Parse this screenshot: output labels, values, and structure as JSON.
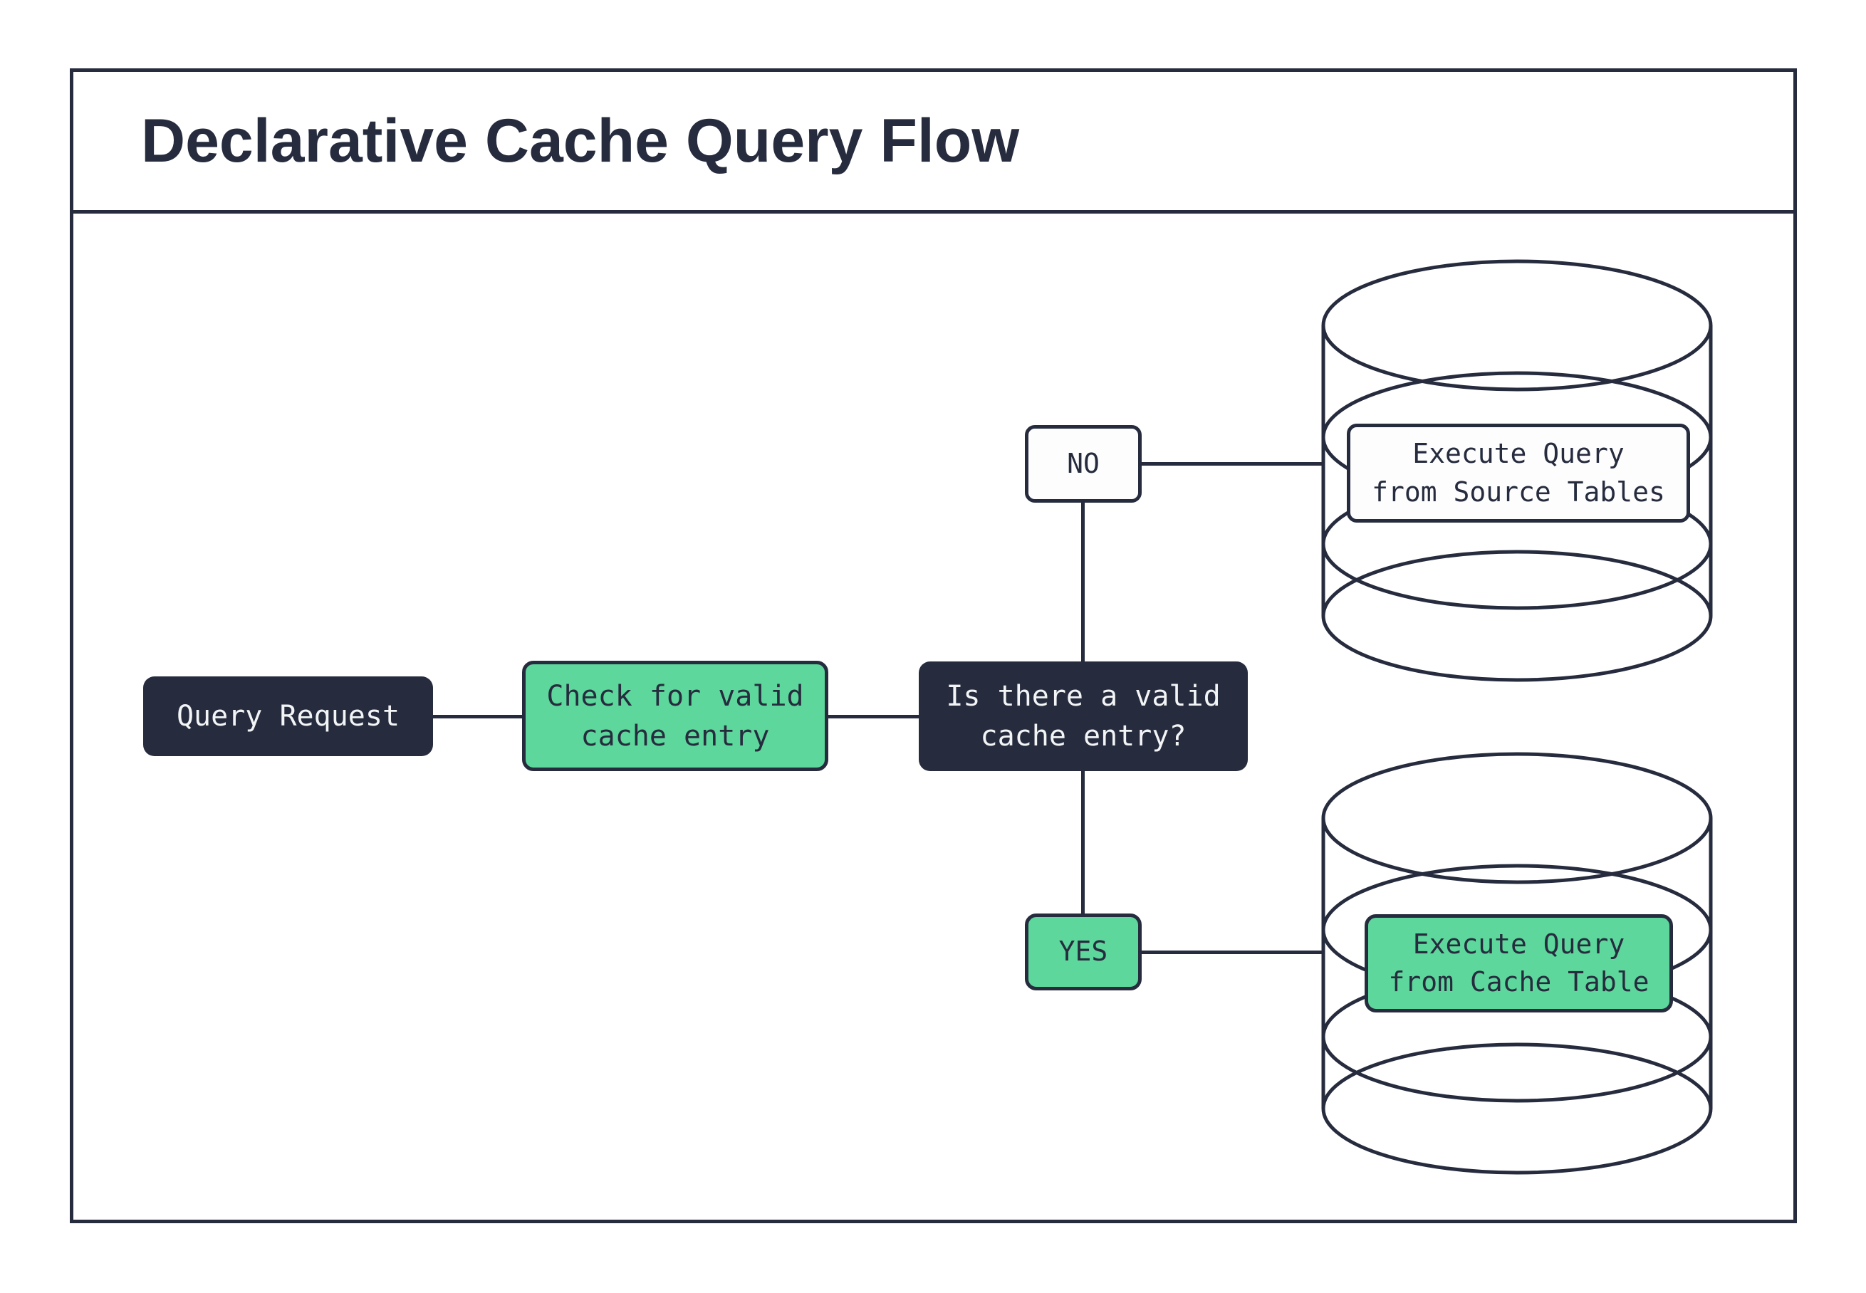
{
  "title": "Declarative Cache Query Flow",
  "colors": {
    "dark_navy": "#262c3e",
    "green": "#5dd79b",
    "background": "#ffffff"
  },
  "nodes": {
    "query_request": {
      "label": "Query Request"
    },
    "check_cache": {
      "label": "Check for valid\ncache entry"
    },
    "decision": {
      "label": "Is there a valid\ncache entry?"
    },
    "no_branch": {
      "label": "NO"
    },
    "yes_branch": {
      "label": "YES"
    },
    "execute_source": {
      "label": "Execute Query\nfrom Source Tables"
    },
    "execute_cache": {
      "label": "Execute Query\nfrom Cache Table"
    }
  },
  "edges": [
    {
      "from": "query_request",
      "to": "check_cache"
    },
    {
      "from": "check_cache",
      "to": "decision"
    },
    {
      "from": "decision",
      "to": "no_branch"
    },
    {
      "from": "decision",
      "to": "yes_branch"
    },
    {
      "from": "no_branch",
      "to": "execute_source"
    },
    {
      "from": "yes_branch",
      "to": "execute_cache"
    }
  ]
}
